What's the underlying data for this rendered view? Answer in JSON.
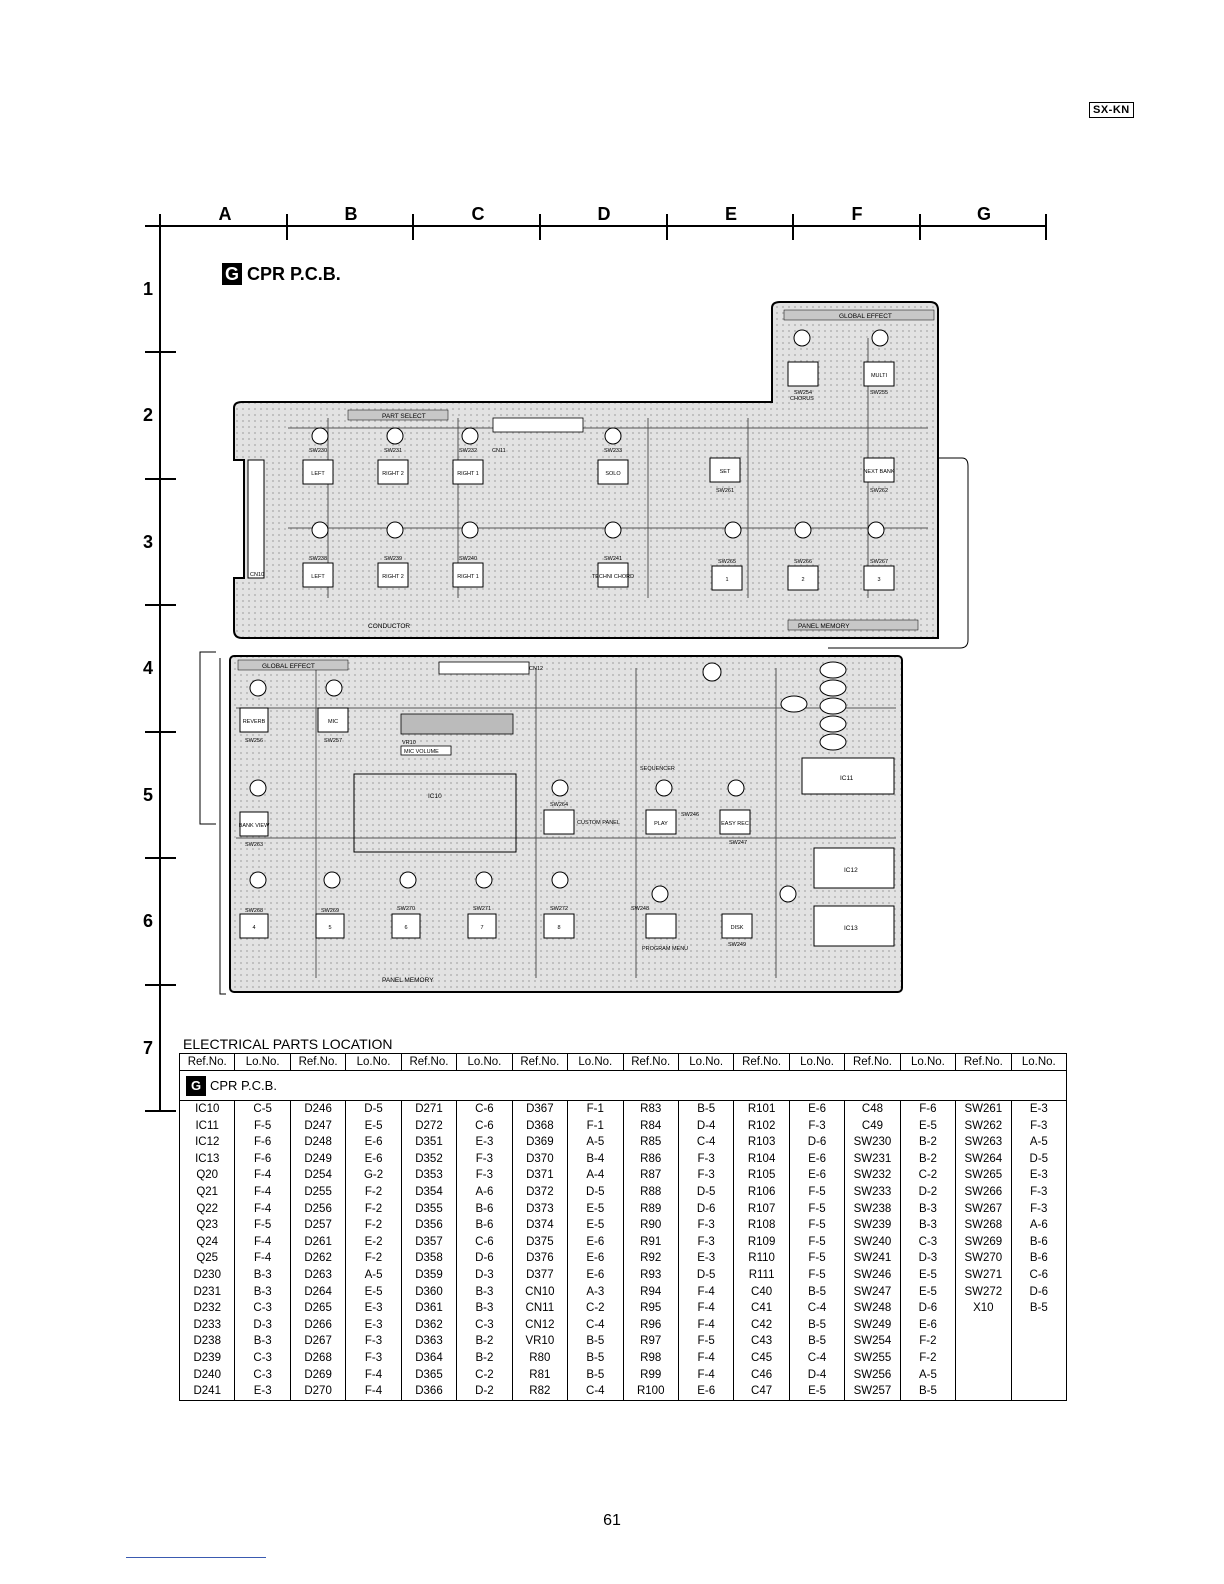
{
  "header": {
    "model_tag": "SX-KN"
  },
  "grid": {
    "columns": [
      "A",
      "B",
      "C",
      "D",
      "E",
      "F",
      "G"
    ],
    "rows": [
      "1",
      "2",
      "3",
      "4",
      "5",
      "6",
      "7"
    ]
  },
  "section": {
    "badge": "G",
    "title": "CPR P.C.B."
  },
  "board_top": {
    "labels": {
      "global_effect": "GLOBAL EFFECT",
      "part_select": "PART SELECT",
      "conductor": "CONDUCTOR",
      "panel_memory": "PANEL MEMORY",
      "cn10": "CN10",
      "cn11": "CN11",
      "chorus": "CHORUS"
    },
    "switches": [
      {
        "ref": "SW230",
        "text": "LEFT"
      },
      {
        "ref": "SW231",
        "text": "RIGHT 2"
      },
      {
        "ref": "SW232",
        "text": "RIGHT 1"
      },
      {
        "ref": "SW233",
        "text": "SOLO"
      },
      {
        "ref": "SW261",
        "text": "SET"
      },
      {
        "ref": "SW262",
        "text": "NEXT BANK"
      },
      {
        "ref": "SW238",
        "text": "LEFT"
      },
      {
        "ref": "SW239",
        "text": "RIGHT 2"
      },
      {
        "ref": "SW240",
        "text": "RIGHT 1"
      },
      {
        "ref": "SW241",
        "text": "TECHNI CHORD"
      },
      {
        "ref": "SW265",
        "text": "1"
      },
      {
        "ref": "SW266",
        "text": "2"
      },
      {
        "ref": "SW267",
        "text": "3"
      },
      {
        "ref": "SW254",
        "text": ""
      },
      {
        "ref": "SW255",
        "text": "MULTI"
      }
    ]
  },
  "board_bottom": {
    "labels": {
      "global_effect": "GLOBAL EFFECT",
      "mic_volume": "MIC VOLUME",
      "vr10": "VR10",
      "sequencer": "SEQUENCER",
      "custom_panel": "CUSTOM PANEL",
      "program_menu": "PROGRAM MENU",
      "panel_memory": "PANEL MEMORY",
      "cn12": "CN12",
      "ic10": "IC10",
      "ic11": "IC11",
      "ic12": "IC12",
      "ic13": "IC13"
    },
    "switches": [
      {
        "ref": "SW256",
        "text": "REVERB"
      },
      {
        "ref": "SW257",
        "text": "MIC"
      },
      {
        "ref": "SW263",
        "text": "BANK VIEW"
      },
      {
        "ref": "SW264",
        "text": ""
      },
      {
        "ref": "SW246",
        "text": "PLAY"
      },
      {
        "ref": "SW247",
        "text": "EASY REC"
      },
      {
        "ref": "SW268",
        "text": "4"
      },
      {
        "ref": "SW269",
        "text": "5"
      },
      {
        "ref": "SW270",
        "text": "6"
      },
      {
        "ref": "SW271",
        "text": "7"
      },
      {
        "ref": "SW272",
        "text": "8"
      },
      {
        "ref": "SW248",
        "text": ""
      },
      {
        "ref": "SW249",
        "text": "DISK"
      }
    ]
  },
  "parts_table": {
    "heading": "ELECTRICAL PARTS LOCATION",
    "header_pair": [
      "Ref.No.",
      "Lo.No."
    ],
    "section_badge": "G",
    "section_label": "CPR P.C.B.",
    "columns": [
      [
        [
          "IC10",
          "C-5"
        ],
        [
          "IC11",
          "F-5"
        ],
        [
          "IC12",
          "F-6"
        ],
        [
          "IC13",
          "F-6"
        ],
        [
          "Q20",
          "F-4"
        ],
        [
          "Q21",
          "F-4"
        ],
        [
          "Q22",
          "F-4"
        ],
        [
          "Q23",
          "F-5"
        ],
        [
          "Q24",
          "F-4"
        ],
        [
          "Q25",
          "F-4"
        ],
        [
          "D230",
          "B-3"
        ],
        [
          "D231",
          "B-3"
        ],
        [
          "D232",
          "C-3"
        ],
        [
          "D233",
          "D-3"
        ],
        [
          "D238",
          "B-3"
        ],
        [
          "D239",
          "C-3"
        ],
        [
          "D240",
          "C-3"
        ],
        [
          "D241",
          "E-3"
        ]
      ],
      [
        [
          "D246",
          "D-5"
        ],
        [
          "D247",
          "E-5"
        ],
        [
          "D248",
          "E-6"
        ],
        [
          "D249",
          "E-6"
        ],
        [
          "D254",
          "G-2"
        ],
        [
          "D255",
          "F-2"
        ],
        [
          "D256",
          "F-2"
        ],
        [
          "D257",
          "F-2"
        ],
        [
          "D261",
          "E-2"
        ],
        [
          "D262",
          "F-2"
        ],
        [
          "D263",
          "A-5"
        ],
        [
          "D264",
          "E-5"
        ],
        [
          "D265",
          "E-3"
        ],
        [
          "D266",
          "E-3"
        ],
        [
          "D267",
          "F-3"
        ],
        [
          "D268",
          "F-3"
        ],
        [
          "D269",
          "F-4"
        ],
        [
          "D270",
          "F-4"
        ]
      ],
      [
        [
          "D271",
          "C-6"
        ],
        [
          "D272",
          "C-6"
        ],
        [
          "D351",
          "E-3"
        ],
        [
          "D352",
          "F-3"
        ],
        [
          "D353",
          "F-3"
        ],
        [
          "D354",
          "A-6"
        ],
        [
          "D355",
          "B-6"
        ],
        [
          "D356",
          "B-6"
        ],
        [
          "D357",
          "C-6"
        ],
        [
          "D358",
          "D-6"
        ],
        [
          "D359",
          "D-3"
        ],
        [
          "D360",
          "B-3"
        ],
        [
          "D361",
          "B-3"
        ],
        [
          "D362",
          "C-3"
        ],
        [
          "D363",
          "B-2"
        ],
        [
          "D364",
          "B-2"
        ],
        [
          "D365",
          "C-2"
        ],
        [
          "D366",
          "D-2"
        ]
      ],
      [
        [
          "D367",
          "F-1"
        ],
        [
          "D368",
          "F-1"
        ],
        [
          "D369",
          "A-5"
        ],
        [
          "D370",
          "B-4"
        ],
        [
          "D371",
          "A-4"
        ],
        [
          "D372",
          "D-5"
        ],
        [
          "D373",
          "E-5"
        ],
        [
          "D374",
          "E-5"
        ],
        [
          "D375",
          "E-6"
        ],
        [
          "D376",
          "E-6"
        ],
        [
          "D377",
          "E-6"
        ],
        [
          "CN10",
          "A-3"
        ],
        [
          "CN11",
          "C-2"
        ],
        [
          "CN12",
          "C-4"
        ],
        [
          "VR10",
          "B-5"
        ],
        [
          "R80",
          "B-5"
        ],
        [
          "R81",
          "B-5"
        ],
        [
          "R82",
          "C-4"
        ]
      ],
      [
        [
          "R83",
          "B-5"
        ],
        [
          "R84",
          "D-4"
        ],
        [
          "R85",
          "C-4"
        ],
        [
          "R86",
          "F-3"
        ],
        [
          "R87",
          "F-3"
        ],
        [
          "R88",
          "D-5"
        ],
        [
          "R89",
          "D-6"
        ],
        [
          "R90",
          "F-3"
        ],
        [
          "R91",
          "F-3"
        ],
        [
          "R92",
          "E-3"
        ],
        [
          "R93",
          "D-5"
        ],
        [
          "R94",
          "F-4"
        ],
        [
          "R95",
          "F-4"
        ],
        [
          "R96",
          "F-4"
        ],
        [
          "R97",
          "F-5"
        ],
        [
          "R98",
          "F-4"
        ],
        [
          "R99",
          "F-4"
        ],
        [
          "R100",
          "E-6"
        ]
      ],
      [
        [
          "R101",
          "E-6"
        ],
        [
          "R102",
          "F-3"
        ],
        [
          "R103",
          "D-6"
        ],
        [
          "R104",
          "E-6"
        ],
        [
          "R105",
          "E-6"
        ],
        [
          "R106",
          "F-5"
        ],
        [
          "R107",
          "F-5"
        ],
        [
          "R108",
          "F-5"
        ],
        [
          "R109",
          "F-5"
        ],
        [
          "R110",
          "F-5"
        ],
        [
          "R111",
          "F-5"
        ],
        [
          "C40",
          "B-5"
        ],
        [
          "C41",
          "C-4"
        ],
        [
          "C42",
          "B-5"
        ],
        [
          "C43",
          "B-5"
        ],
        [
          "C45",
          "C-4"
        ],
        [
          "C46",
          "D-4"
        ],
        [
          "C47",
          "E-5"
        ]
      ],
      [
        [
          "C48",
          "F-6"
        ],
        [
          "C49",
          "E-5"
        ],
        [
          "SW230",
          "B-2"
        ],
        [
          "SW231",
          "B-2"
        ],
        [
          "SW232",
          "C-2"
        ],
        [
          "SW233",
          "D-2"
        ],
        [
          "SW238",
          "B-3"
        ],
        [
          "SW239",
          "B-3"
        ],
        [
          "SW240",
          "C-3"
        ],
        [
          "SW241",
          "D-3"
        ],
        [
          "SW246",
          "E-5"
        ],
        [
          "SW247",
          "E-5"
        ],
        [
          "SW248",
          "D-6"
        ],
        [
          "SW249",
          "E-6"
        ],
        [
          "SW254",
          "F-2"
        ],
        [
          "SW255",
          "F-2"
        ],
        [
          "SW256",
          "A-5"
        ],
        [
          "SW257",
          "B-5"
        ]
      ],
      [
        [
          "SW261",
          "E-3"
        ],
        [
          "SW262",
          "F-3"
        ],
        [
          "SW263",
          "A-5"
        ],
        [
          "SW264",
          "D-5"
        ],
        [
          "SW265",
          "E-3"
        ],
        [
          "SW266",
          "F-3"
        ],
        [
          "SW267",
          "F-3"
        ],
        [
          "SW268",
          "A-6"
        ],
        [
          "SW269",
          "B-6"
        ],
        [
          "SW270",
          "B-6"
        ],
        [
          "SW271",
          "C-6"
        ],
        [
          "SW272",
          "D-6"
        ],
        [
          "X10",
          "B-5"
        ],
        [
          "",
          ""
        ],
        [
          "",
          ""
        ],
        [
          "",
          ""
        ],
        [
          "",
          ""
        ],
        [
          "",
          ""
        ]
      ]
    ]
  },
  "footer": {
    "page_number": "61"
  }
}
